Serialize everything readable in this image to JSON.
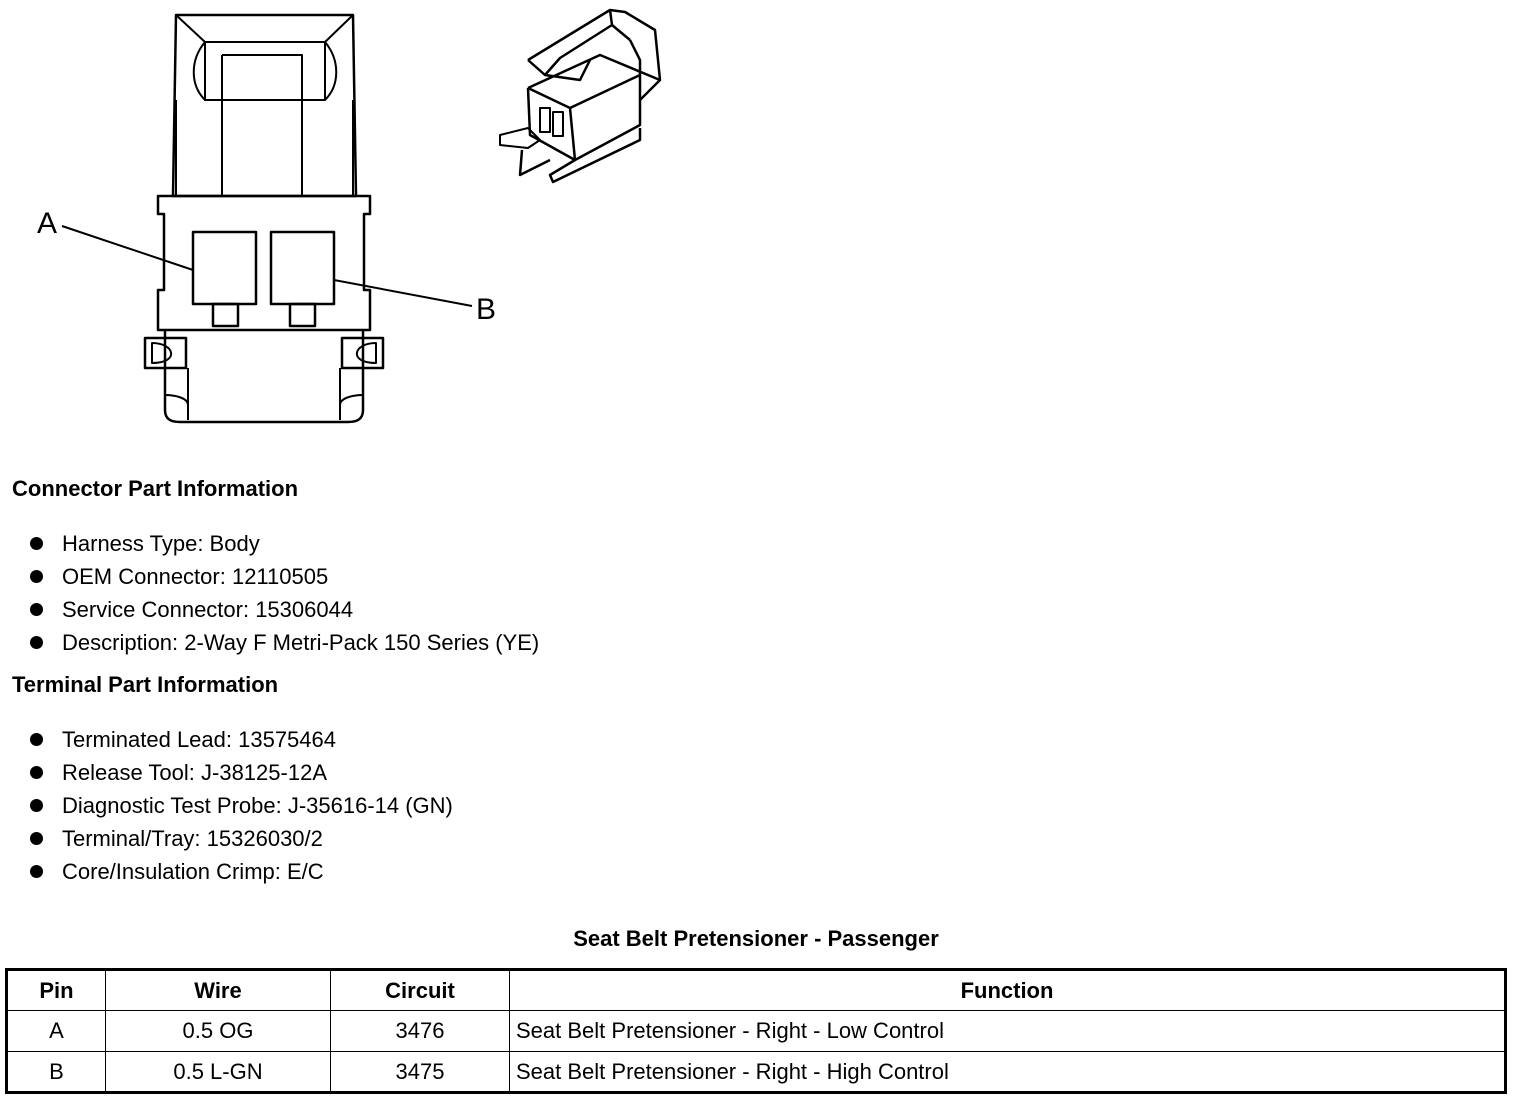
{
  "diagram": {
    "callouts": [
      "A",
      "B"
    ]
  },
  "connector_section": {
    "title": "Connector Part Information",
    "items": [
      "Harness Type: Body",
      "OEM Connector: 12110505",
      "Service Connector: 15306044",
      "Description: 2-Way F Metri-Pack 150 Series (YE)"
    ]
  },
  "terminal_section": {
    "title": "Terminal Part Information",
    "items": [
      "Terminated Lead: 13575464",
      "Release Tool: J-38125-12A",
      "Diagnostic Test Probe: J-35616-14 (GN)",
      "Terminal/Tray: 15326030/2",
      "Core/Insulation Crimp: E/C"
    ]
  },
  "pin_table": {
    "title": "Seat Belt Pretensioner - Passenger",
    "headers": [
      "Pin",
      "Wire",
      "Circuit",
      "Function"
    ],
    "rows": [
      [
        "A",
        "0.5 OG",
        "3476",
        "Seat Belt Pretensioner - Right - Low Control"
      ],
      [
        "B",
        "0.5 L-GN",
        "3475",
        "Seat Belt Pretensioner - Right - High Control"
      ]
    ]
  }
}
